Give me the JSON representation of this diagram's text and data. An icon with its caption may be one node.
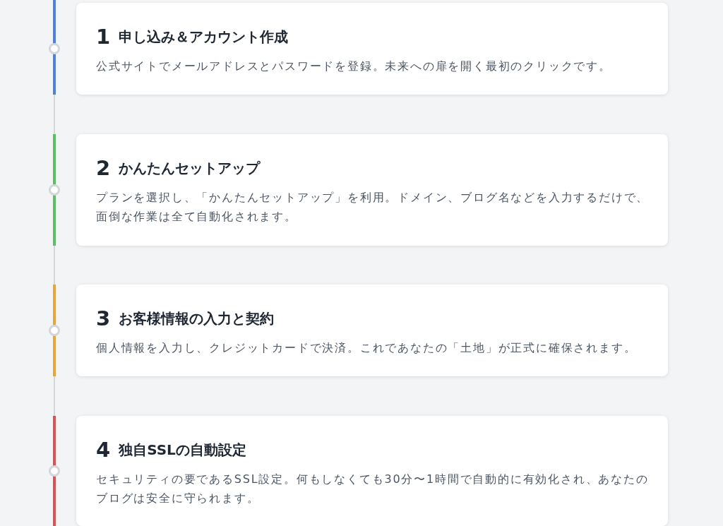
{
  "diagram": {
    "nodes": [
      {
        "text": [
          "1",
          "申し込み＆アカウント作成",
          "公式サイトでメールアドレスとパスワードを登録。未来への扉を開く最初のクリックです。"
        ]
      },
      {
        "text": [
          "2",
          "かんたんセットアップ",
          "プランを選択し、「かんたんセットアップ」を利用。ドメイン、ブログ名などを入力するだけで、面倒な作業は全て自動化されます。"
        ]
      },
      {
        "text": [
          "3",
          "お客様情報の入力と契約",
          "個人情報を入力し、クレジットカードで決済。これであなたの「土地」が正式に確保されます。"
        ]
      },
      {
        "text": [
          "4",
          "独自SSLの自動設定",
          "セキュリティの要であるSSL設定。何もしなくても30分〜1時間で自動的に有効化され、あなたのブログは安全に守られます。"
        ]
      }
    ]
  }
}
